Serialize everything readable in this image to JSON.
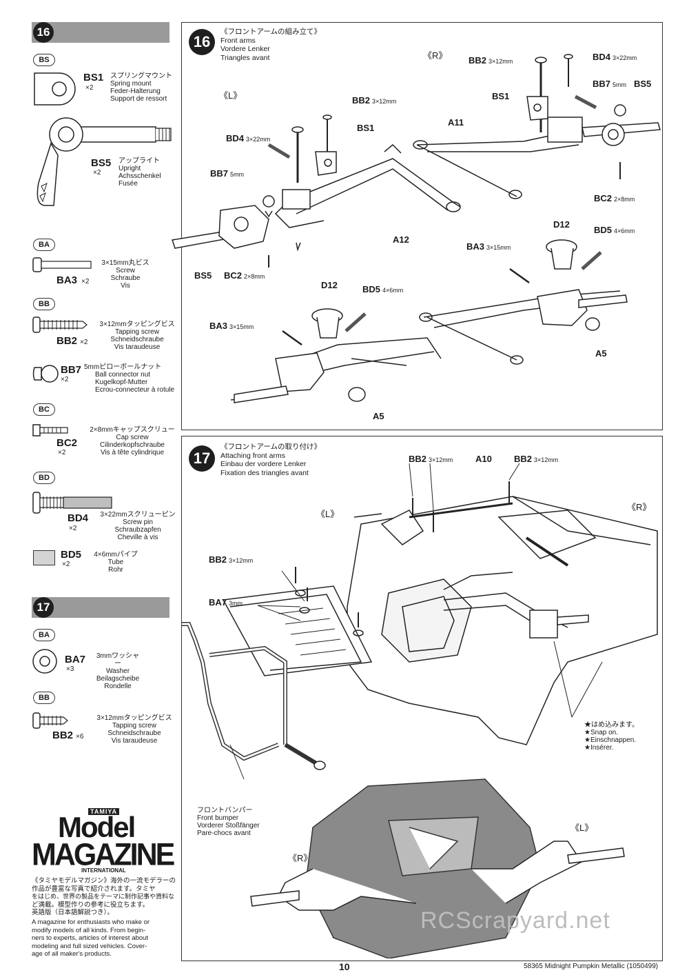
{
  "sidebar": {
    "step16_num": "16",
    "step17_num": "17",
    "bag_bs": "BS",
    "bag_ba": "BA",
    "bag_bb": "BB",
    "bag_bc": "BC",
    "bag_bd": "BD",
    "bag_ba_17": "BA",
    "bag_bb_17": "BB",
    "parts": {
      "bs1": {
        "code": "BS1",
        "qty": "×2",
        "jp": "スプリングマウント",
        "en": "Spring mount",
        "de": "Feder-Halterung",
        "fr": "Support de ressort"
      },
      "bs5": {
        "code": "BS5",
        "qty": "×2",
        "jp": "アップライト",
        "en": "Upright",
        "de": "Achsschenkel",
        "fr": "Fusée"
      },
      "ba3": {
        "code": "BA3",
        "qty": "×2",
        "jp": "3×15mm丸ビス",
        "en": "Screw",
        "de": "Schraube",
        "fr": "Vis"
      },
      "bb2": {
        "code": "BB2",
        "qty": "×2",
        "jp": "3×12mmタッピングビス",
        "en": "Tapping screw",
        "de": "Schneidschraube",
        "fr": "Vis taraudeuse"
      },
      "bb7": {
        "code": "BB7",
        "qty": "×2",
        "jp": "5mmピローボールナット",
        "en": "Ball connector nut",
        "de": "Kugelkopf-Mutter",
        "fr": "Ecrou-connecteur à rotule"
      },
      "bc2": {
        "code": "BC2",
        "qty": "×2",
        "jp": "2×8mmキャップスクリュー",
        "en": "Cap screw",
        "de": "Cilinderkopfschraube",
        "fr": "Vis à tête cylindrique"
      },
      "bd4": {
        "code": "BD4",
        "qty": "×2",
        "jp": "3×22mmスクリューピン",
        "en": "Screw pin",
        "de": "Schraubzapfen",
        "fr": "Cheville à vis"
      },
      "bd5": {
        "code": "BD5",
        "qty": "×2",
        "jp": "4×6mmパイプ",
        "en": "Tube",
        "de": "Rohr",
        "fr": ""
      },
      "ba7": {
        "code": "BA7",
        "qty": "×3",
        "jp": "3mmワッシャー",
        "en": "Washer",
        "de": "Beilagscheibe",
        "fr": "Rondelle"
      },
      "bb2_17": {
        "code": "BB2",
        "qty": "×6",
        "jp": "3×12mmタッピングビス",
        "en": "Tapping screw",
        "de": "Schneidschraube",
        "fr": "Vis taraudeuse"
      }
    }
  },
  "magazine": {
    "tamiya": "TAMIYA",
    "model": "Model",
    "magazine": "MAGAZINE",
    "international": "INTERNATIONAL",
    "jp1": "《タミヤモデルマガジン》海外の一流モデラーの",
    "jp2": "作品が豊富な写真で紹介されます。タミヤ",
    "jp3": "をはじめ、世界の製品をテーマに制作記事や資料な",
    "jp4": "ど満載。模型作りの参考に役立ちます。",
    "jp5": "英語版（日本語解説つき）。",
    "en1": "A magazine for enthusiasts who make or",
    "en2": "modify models of all kinds. From begin-",
    "en3": "ners to experts, articles of interest about",
    "en4": "modeling and full sized vehicles. Cover-",
    "en5": "age of all maker's products."
  },
  "step16": {
    "num": "16",
    "jp": "《フロントアームの組み立て》",
    "en": "Front arms",
    "de": "Vordere Lenker",
    "fr": "Triangles avant",
    "left_mark": "《L》",
    "right_mark": "《R》",
    "labels": {
      "bb2_a": "BB2",
      "bb2_a_s": "3×12mm",
      "bd4_r": "BD4",
      "bd4_r_s": "3×22mm",
      "bb7_r": "BB7",
      "bb7_r_s": "5mm",
      "bs5_r": "BS5",
      "bs1_r": "BS1",
      "a11": "A11",
      "bc2_r": "BC2",
      "bc2_r_s": "2×8mm",
      "bb2_l": "BB2",
      "bb2_l_s": "3×12mm",
      "bs1_l": "BS1",
      "bd4_l": "BD4",
      "bd4_l_s": "3×22mm",
      "bb7_l": "BB7",
      "bb7_l_s": "5mm",
      "a12": "A12",
      "bs5_l": "BS5",
      "bc2_l": "BC2",
      "bc2_l_s": "2×8mm",
      "d12_r": "D12",
      "bd5_r": "BD5",
      "bd5_r_s": "4×6mm",
      "ba3_r": "BA3",
      "ba3_r_s": "3×15mm",
      "a5_r": "A5",
      "d12_l": "D12",
      "bd5_l": "BD5",
      "bd5_l_s": "4×6mm",
      "ba3_l": "BA3",
      "ba3_l_s": "3×15mm",
      "a5_l": "A5"
    }
  },
  "step17": {
    "num": "17",
    "jp": "《フロントアームの取り付け》",
    "en": "Attaching front arms",
    "de": "Einbau der vordere Lenker",
    "fr": "Fixation des triangles avant",
    "left_mark": "《L》",
    "right_mark": "《R》",
    "left_mark_b": "《L》",
    "right_mark_b": "《R》",
    "labels": {
      "bb2_1": "BB2",
      "bb2_1_s": "3×12mm",
      "a10": "A10",
      "bb2_2": "BB2",
      "bb2_2_s": "3×12mm",
      "bb2_3": "BB2",
      "bb2_3_s": "3×12mm",
      "ba7": "BA7",
      "ba7_s": "3mm"
    },
    "snap_jp": "★はめ込みます。",
    "snap_en": "★Snap on.",
    "snap_de": "★Einschnappen.",
    "snap_fr": "★Insérer.",
    "bumper_jp": "フロントバンパー",
    "bumper_en": "Front bumper",
    "bumper_de": "Vorderer Stoßfänger",
    "bumper_fr": "Pare-chocs avant"
  },
  "footer": {
    "page": "10",
    "doc": "58365 Midnight Pumpkin Metallic (1050499)",
    "watermark": "RCScrapyard.net"
  }
}
